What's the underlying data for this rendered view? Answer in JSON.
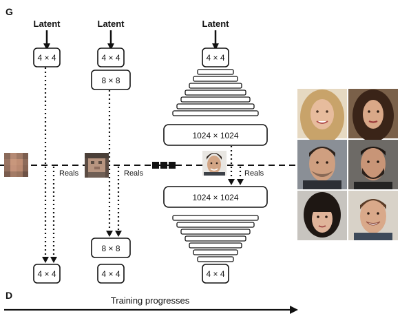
{
  "labels": {
    "generator": "G",
    "discriminator": "D",
    "latent": "Latent",
    "reals": "Reals",
    "training_progresses": "Training progresses"
  },
  "stages": [
    {
      "g_top": "4 × 4",
      "d_bottom": "4 × 4"
    },
    {
      "g_top": "4 × 4",
      "g_next": "8 × 8",
      "d_top": "8 × 8",
      "d_bottom": "4 × 4"
    },
    {
      "g_top": "4 × 4",
      "g_out": "1024 × 1024",
      "d_in": "1024 × 1024",
      "d_bottom": "4 × 4"
    }
  ],
  "colors": {
    "line": "#111111",
    "face_dark": "#3a2a22",
    "skin": "#c99a7e"
  }
}
